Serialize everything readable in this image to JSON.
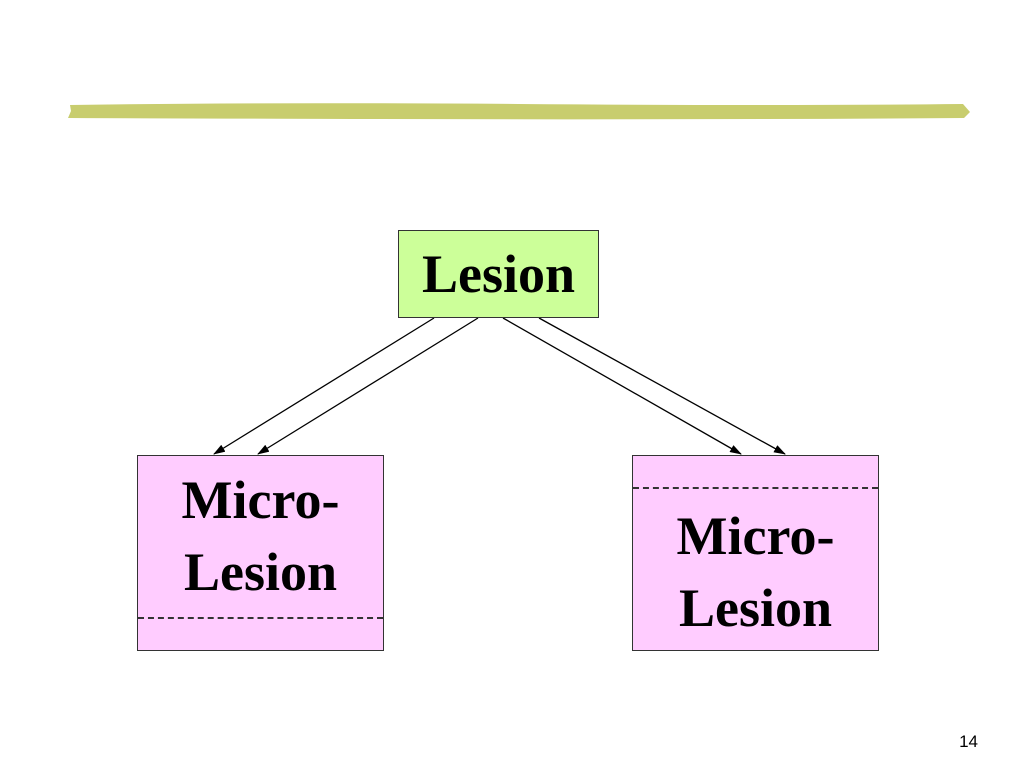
{
  "colors": {
    "title_bar": "#c8cd6e",
    "root_fill": "#ccff99",
    "child_fill": "#ffccff",
    "line": "#000000"
  },
  "diagram": {
    "root": {
      "label": "Lesion"
    },
    "children": [
      {
        "label_line1": "Micro-",
        "label_line2": "Lesion"
      },
      {
        "label_line1": "Micro-",
        "label_line2": "Lesion"
      }
    ]
  },
  "footer": {
    "page_number": "14"
  }
}
